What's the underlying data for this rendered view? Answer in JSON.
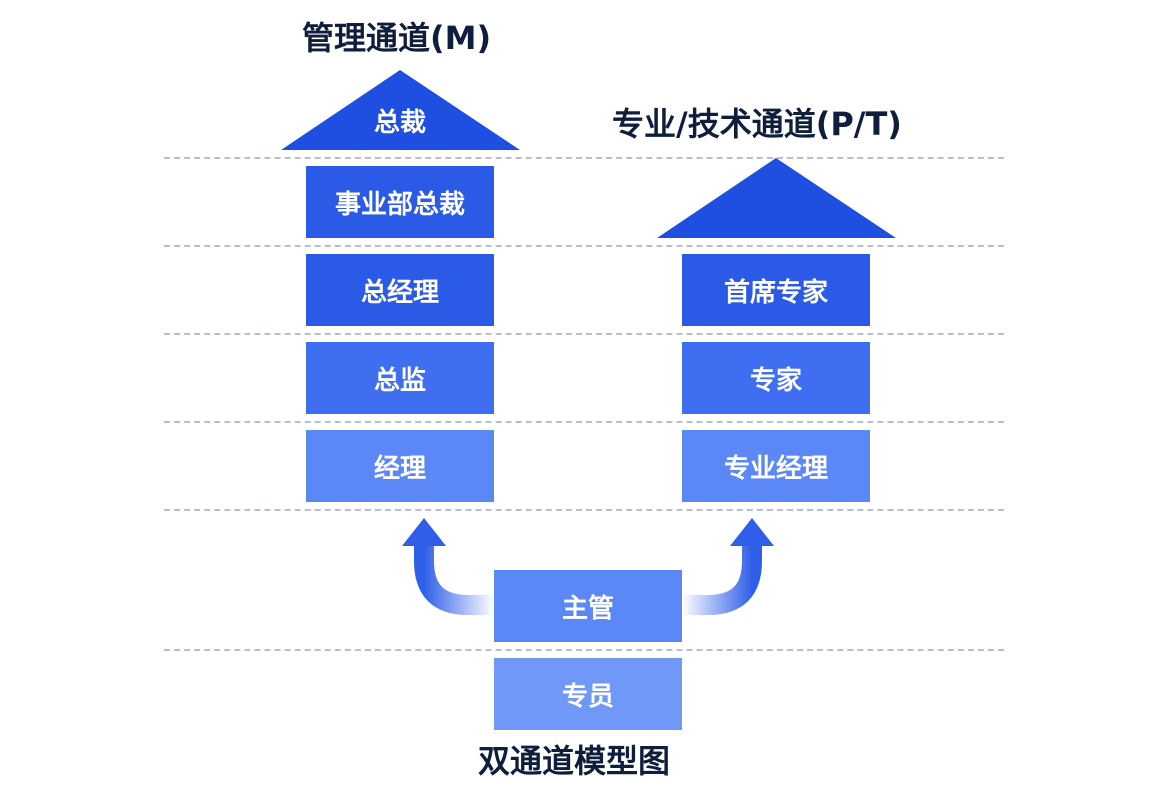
{
  "management_channel": {
    "title": "管理通道(M)",
    "top_label": "总裁",
    "levels": [
      "事业部总裁",
      "总经理",
      "总监",
      "经理"
    ]
  },
  "professional_channel": {
    "title": "专业/技术通道(P/T)",
    "levels": [
      "首席专家",
      "专家",
      "专业经理"
    ]
  },
  "shared_levels": {
    "supervisor": "主管",
    "specialist": "专员"
  },
  "caption": "双通道模型图",
  "colors": {
    "roof": "#1f4fe0",
    "level_dark": "#2b5ae6",
    "level_mid": "#3f6ef0",
    "level_light": "#5b88f6",
    "level_lighter": "#6f98f8",
    "arrow": "#2f5fe8",
    "divider": "#b9bec8",
    "title_text": "#0f1e3d"
  }
}
